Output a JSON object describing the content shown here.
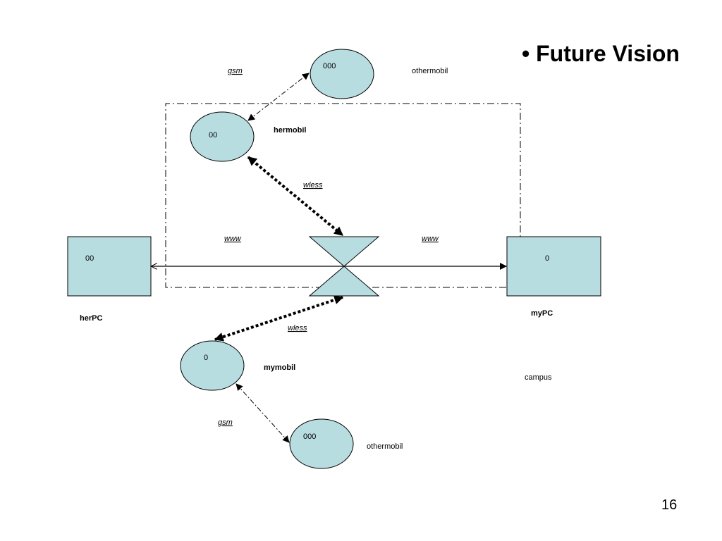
{
  "slide": {
    "title": "• Future Vision",
    "page_number": "16"
  },
  "colors": {
    "node_fill": "#b8dde1",
    "stroke": "#000000"
  },
  "nodes": {
    "other_mobil_top": {
      "value": "000",
      "label": "othermobil"
    },
    "her_mobil": {
      "value": "00",
      "label": "hermobil"
    },
    "her_pc": {
      "value": "00",
      "label": "herPC"
    },
    "my_pc": {
      "value": "0",
      "label": "myPC"
    },
    "my_mobil": {
      "value": "0",
      "label": "mymobil"
    },
    "other_mobil_bottom": {
      "value": "000",
      "label": "othermobil"
    }
  },
  "links": {
    "gsm_top": "gsm",
    "wless_top": "wless",
    "www_left": "www",
    "www_right": "www",
    "wless_bottom": "wless",
    "gsm_bottom": "gsm"
  },
  "region": {
    "label": "campus"
  }
}
